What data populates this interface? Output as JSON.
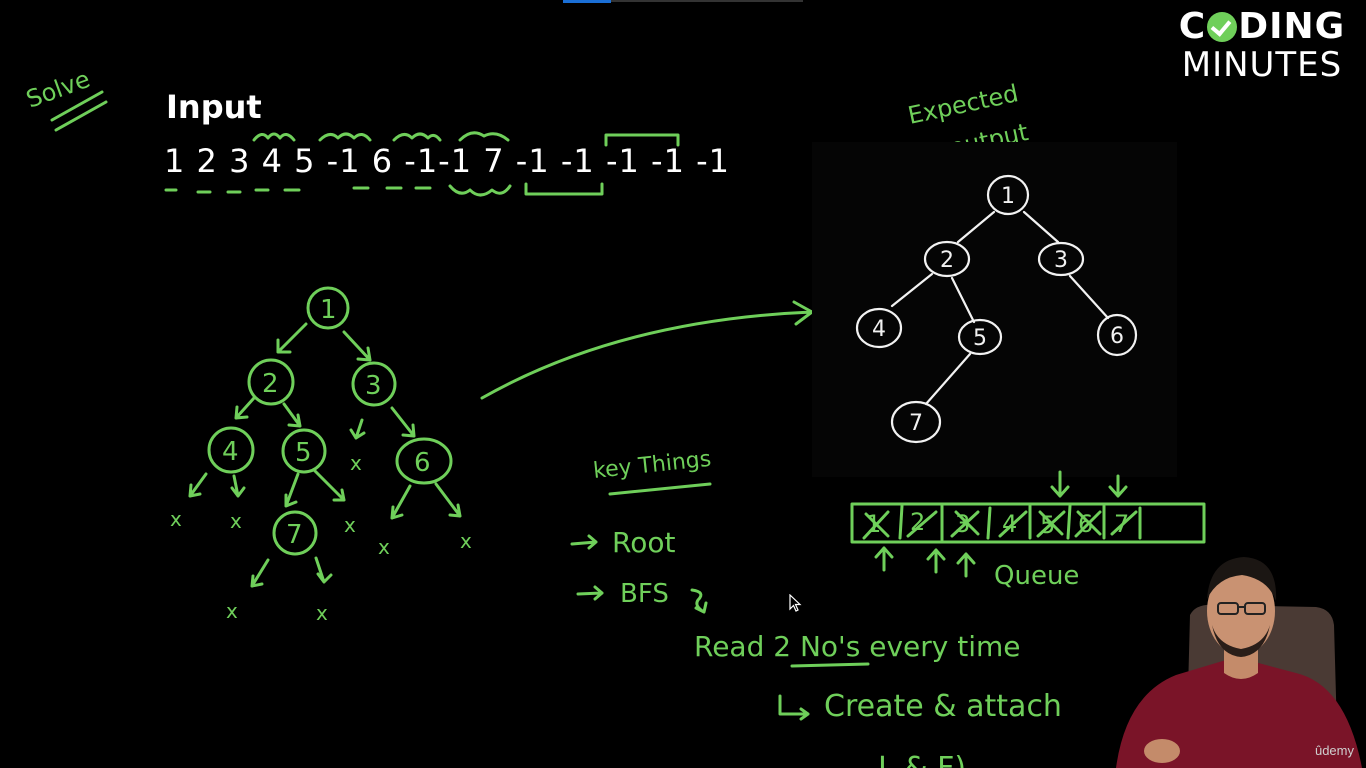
{
  "solve_label": "Solve",
  "input": {
    "title": "Input",
    "sequence": "1 2 3 4 5 -1 6 -1-1 7 -1 -1 -1 -1 -1"
  },
  "logo": {
    "line1_left": "C",
    "line1_right": "DING",
    "line2": "MINUTES"
  },
  "left_tree": {
    "nodes": [
      "1",
      "2",
      "3",
      "4",
      "5",
      "6",
      "7"
    ],
    "null_mark": "x"
  },
  "expected_output": {
    "label_line1": "Expected",
    "label_line2": "output",
    "nodes": [
      "1",
      "2",
      "3",
      "4",
      "5",
      "6",
      "7"
    ]
  },
  "key_things": {
    "title": "key Things",
    "items": [
      "Root",
      "BFS"
    ],
    "read_line": "Read 2 No's every time",
    "create_line": "Create & attach",
    "bottom_partial": "L & F)"
  },
  "queue": {
    "label": "Queue",
    "cells": [
      "1",
      "2",
      "3",
      "4",
      "5",
      "6",
      "7"
    ]
  },
  "watermark": "ûdemy",
  "colors": {
    "ink": "#6fcf5a",
    "background": "#000000",
    "accent": "#1a6fd6"
  }
}
